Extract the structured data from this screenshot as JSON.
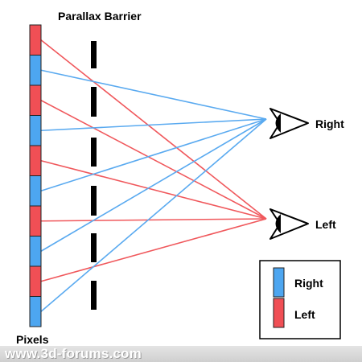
{
  "title": "Parallax Barrier",
  "pixels_label": "Pixels",
  "eyes": {
    "right": "Right",
    "left": "Left"
  },
  "legend": {
    "items": [
      {
        "label": "Right",
        "color": "#4da6f0"
      },
      {
        "label": "Left",
        "color": "#f04f55"
      }
    ]
  },
  "colors": {
    "right_ray": "#5aaaf0",
    "left_ray": "#f0585c",
    "pixel_border": "#222222",
    "barrier": "#000000"
  },
  "pixel_sequence": [
    "left",
    "right",
    "left",
    "right",
    "left",
    "right",
    "left",
    "right",
    "left",
    "right"
  ],
  "watermark": "www.3d-forums.com"
}
